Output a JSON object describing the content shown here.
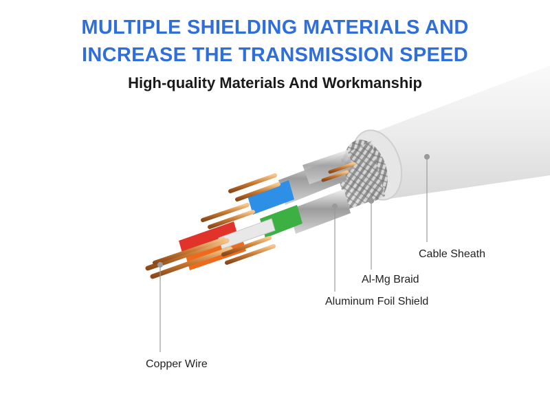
{
  "header": {
    "line1": "MULTIPLE SHIELDING MATERIALS AND",
    "line2": "INCREASE THE TRANSMISSION SPEED",
    "subtitle": "High-quality Materials And Workmanship"
  },
  "labels": {
    "sheath": "Cable Sheath",
    "braid": "Al-Mg Braid",
    "foil": "Aluminum Foil Shield",
    "copper": "Copper Wire"
  },
  "colors": {
    "title": "#2f6fdc",
    "sheath": "#f4f4f4",
    "copper": "#d98a3c",
    "blue_pair": "#2d8fe6",
    "green_pair": "#3cb043",
    "red_pair": "#e0332a",
    "orange_pair": "#f06a1e"
  }
}
